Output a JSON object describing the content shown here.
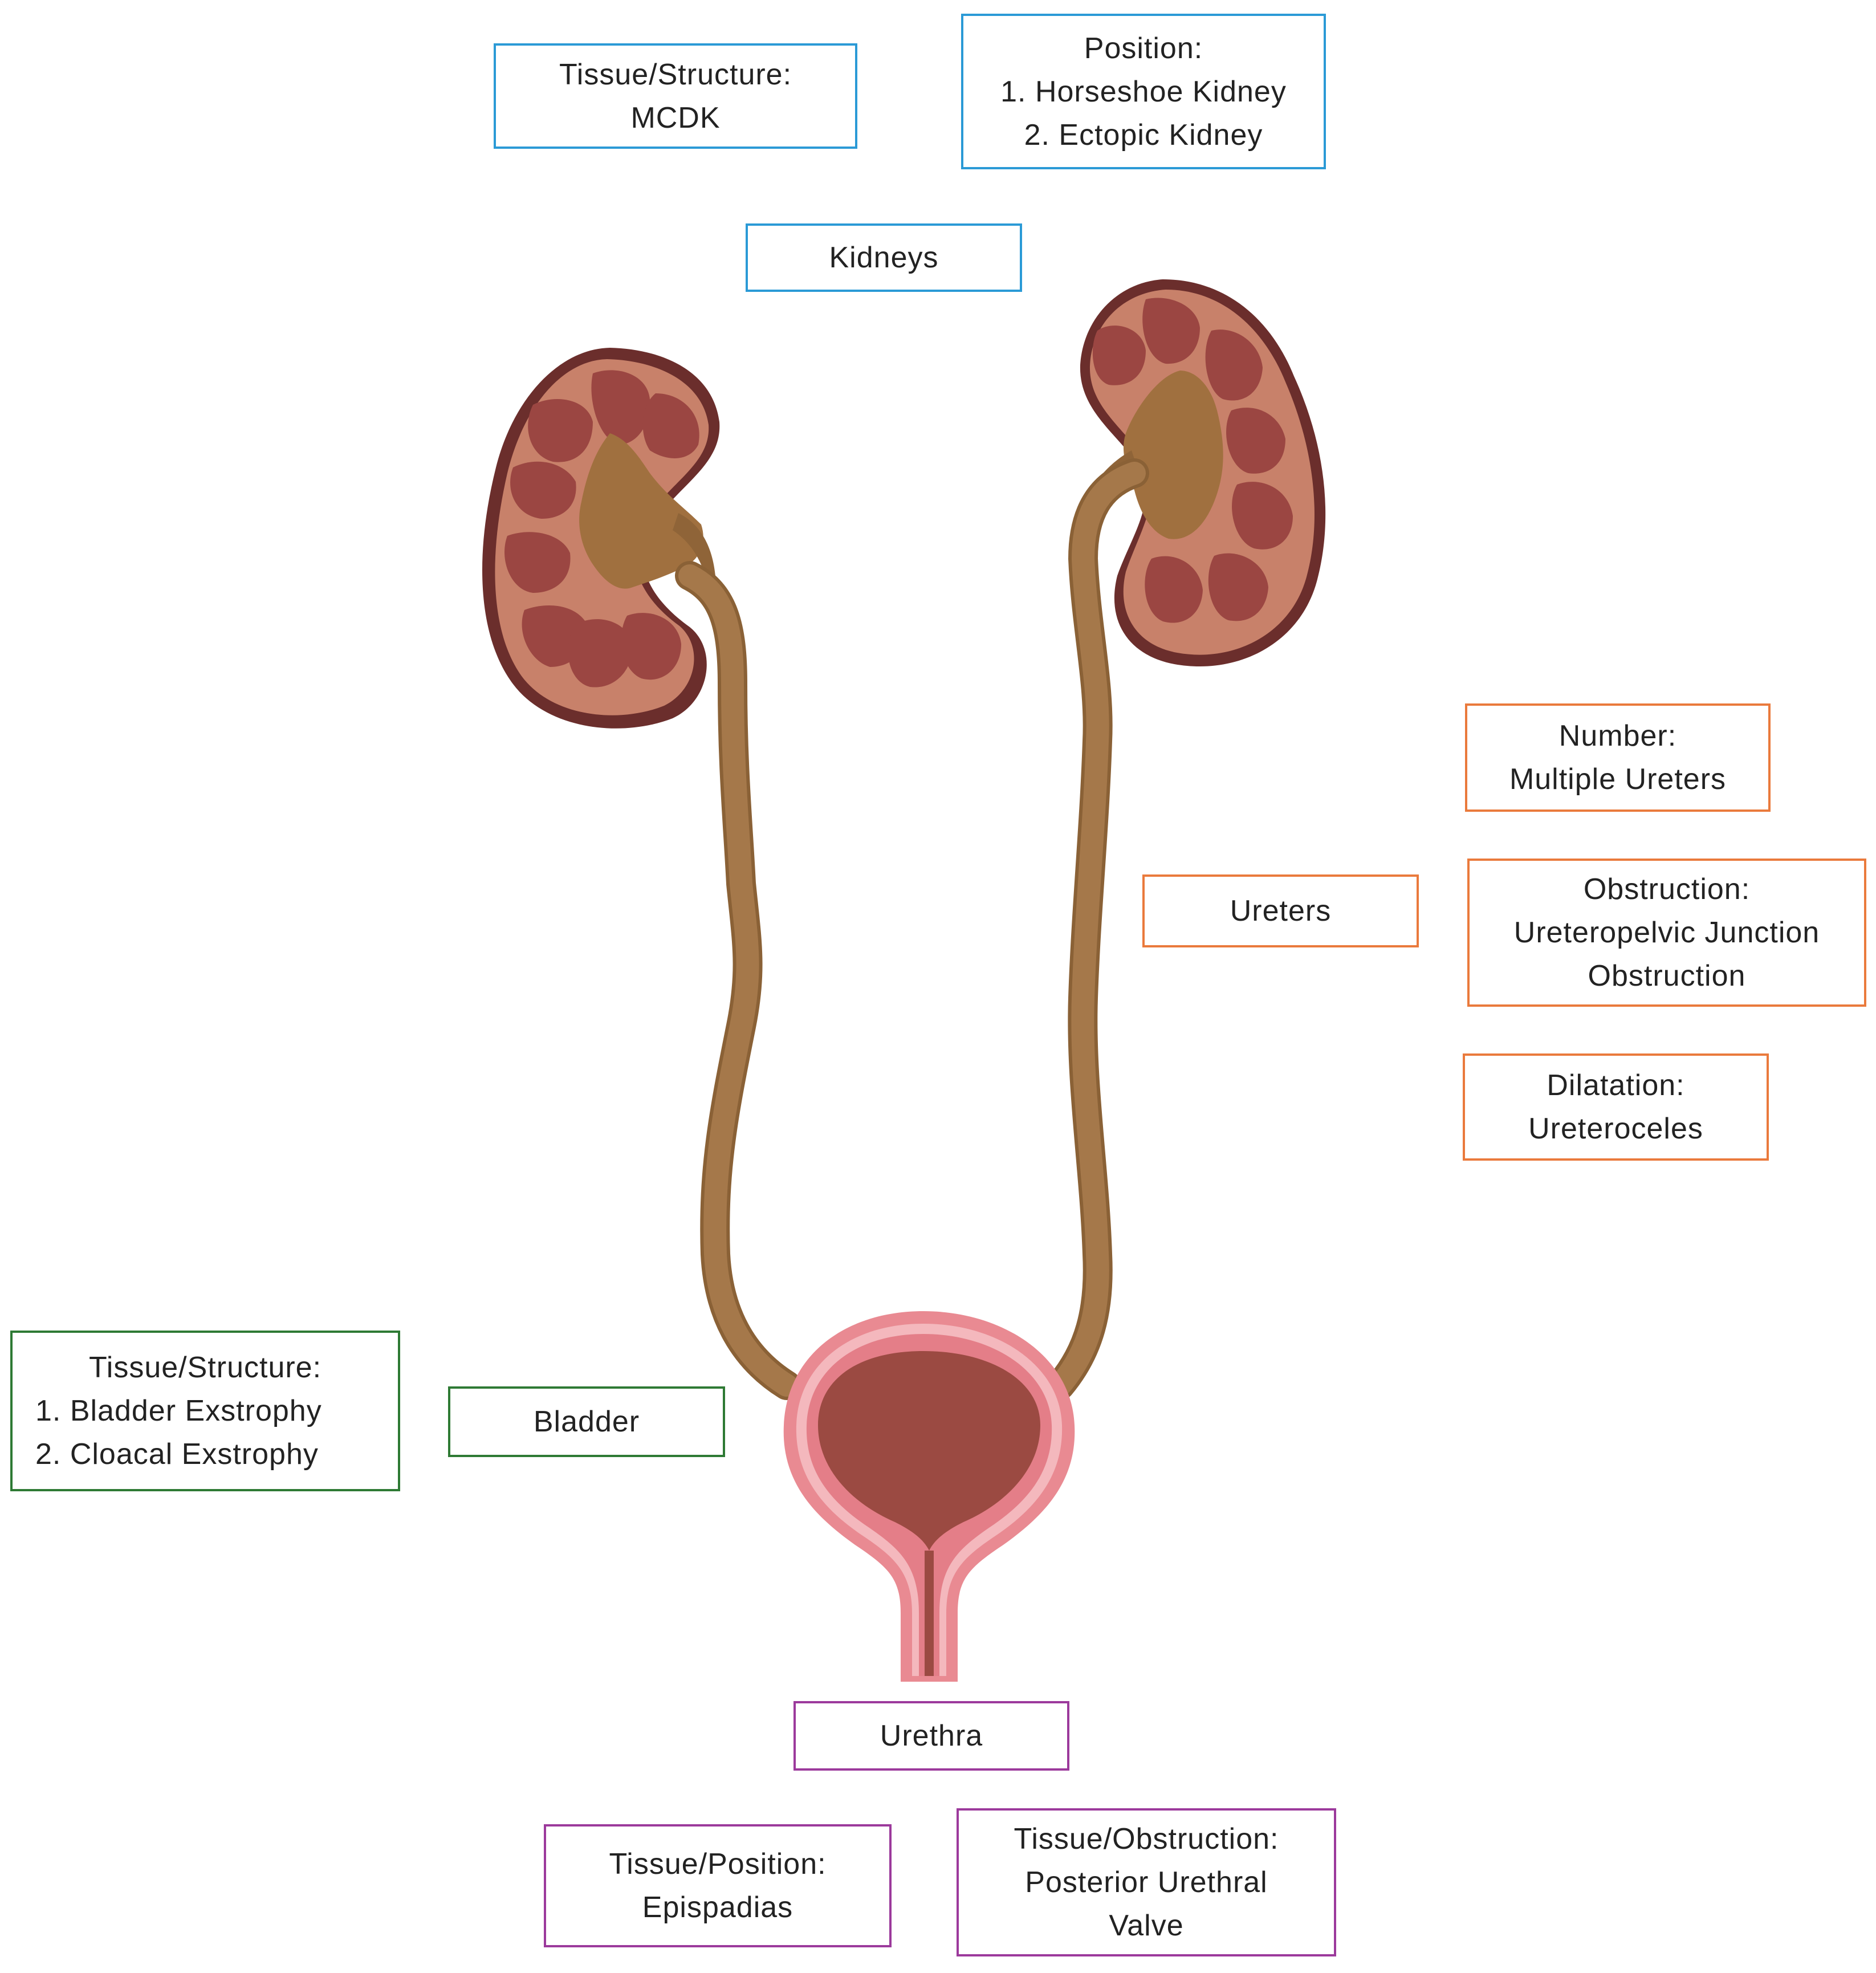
{
  "kidneys": {
    "label": "Kidneys",
    "tissue": {
      "heading": "Tissue/Structure:",
      "items": [
        "MCDK"
      ]
    },
    "position": {
      "heading": "Position:",
      "items": [
        "1. Horseshoe Kidney",
        "2. Ectopic Kidney"
      ]
    }
  },
  "ureters": {
    "label": "Ureters",
    "number": {
      "heading": "Number:",
      "items": [
        "Multiple Ureters"
      ]
    },
    "obstruction": {
      "heading": "Obstruction:",
      "items": [
        "Ureteropelvic Junction",
        "Obstruction"
      ]
    },
    "dilatation": {
      "heading": "Dilatation:",
      "items": [
        "Ureteroceles"
      ]
    }
  },
  "bladder": {
    "label": "Bladder",
    "tissue": {
      "heading": "Tissue/Structure:",
      "items": [
        "1. Bladder Exstrophy",
        "2. Cloacal Exstrophy"
      ]
    }
  },
  "urethra": {
    "label": "Urethra",
    "tissue_position": {
      "heading": "Tissue/Position:",
      "items": [
        "Epispadias"
      ]
    },
    "tissue_obstruction": {
      "heading": "Tissue/Obstruction:",
      "items": [
        "Posterior Urethral",
        "Valve"
      ]
    }
  },
  "colors": {
    "kidneys": "#2b9ad6",
    "ureters": "#ea7a3c",
    "bladder": "#2e7a34",
    "urethra": "#9c3a9c",
    "kidney_cortex": "#c8816a",
    "kidney_pyramid": "#9b4642",
    "kidney_capsule": "#6b2e2c",
    "ureter": "#a5784a",
    "bladder_wall": "#e98a92",
    "bladder_lumen": "#9b4a42"
  }
}
